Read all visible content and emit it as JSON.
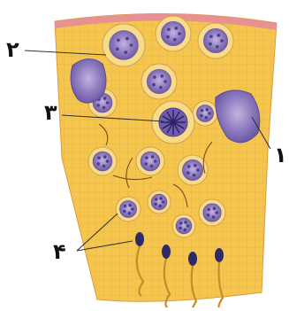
{
  "labels": {
    "label_1": "١",
    "label_2": "٢",
    "label_3": "٣",
    "label_4": "۴"
  },
  "colors": {
    "tissue": "#f5c64e",
    "tissue_grid": "#e0a73a",
    "capsule": "#e48a8a",
    "cell_ring": "#f8db88",
    "nucleus": "#8a77b8",
    "nucleus_dark": "#4e3d86",
    "sperm_head": "#2e2a6a",
    "tail": "#c98a2a"
  }
}
